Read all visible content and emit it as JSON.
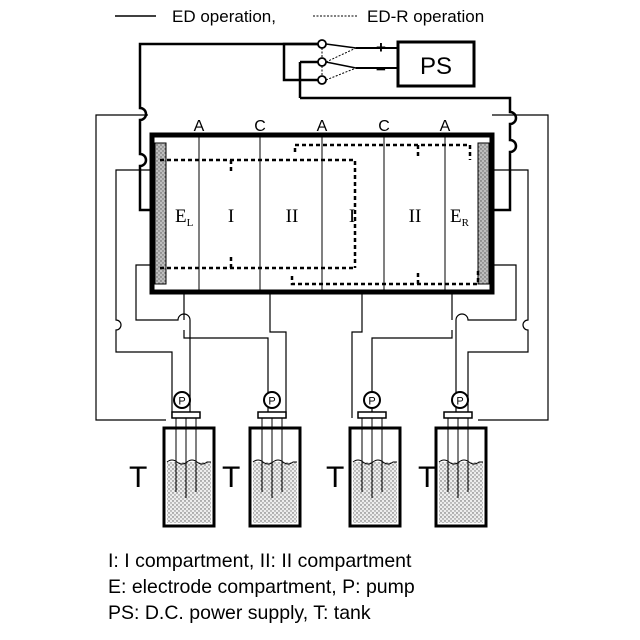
{
  "legend": {
    "ed_label": "ED operation,",
    "edr_label": "ED-R operation"
  },
  "power_supply": {
    "label": "PS",
    "plus": "+",
    "minus": "−"
  },
  "membranes": [
    "A",
    "C",
    "A",
    "C",
    "A"
  ],
  "compartments": [
    {
      "label": "E",
      "sub": "L"
    },
    {
      "label": "I"
    },
    {
      "label": "II"
    },
    {
      "label": "I"
    },
    {
      "label": "II"
    },
    {
      "label": "E",
      "sub": "R"
    }
  ],
  "pump_symbol": "P",
  "tank_symbol": "T",
  "captions": [
    "I: I compartment, II: II compartment",
    "E: electrode compartment, P: pump",
    "PS: D.C. power supply,  T: tank"
  ]
}
